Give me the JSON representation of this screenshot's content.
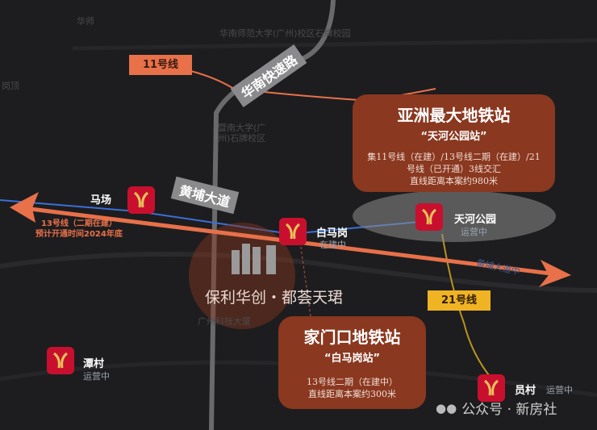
{
  "basemap_labels": [
    "华南师范大学(广州)校区石牌校园",
    "暨南大学(广州)石牌校区",
    "岗顶",
    "华师",
    "广州科技大厦",
    "黄埔大道中"
  ],
  "lines": {
    "line11": {
      "label": "11号线",
      "color": "#e8714a"
    },
    "line21": {
      "label": "21号线",
      "color": "#f0b323"
    },
    "line13": {
      "label": "13号线（二期在建）",
      "note": "预计开通时间2024年底",
      "color": "#e8714a"
    }
  },
  "roads": {
    "south_china_expressway": "华南快速路",
    "huangpu_avenue": "黄埔大道"
  },
  "stations": [
    {
      "name": "马场",
      "status": ""
    },
    {
      "name": "白马岗",
      "status": "在建中"
    },
    {
      "name": "天河公园",
      "status": "运营中"
    },
    {
      "name": "潭村",
      "status": "运营中"
    },
    {
      "name": "员村",
      "status": "运营中"
    }
  ],
  "callouts": {
    "tianhe": {
      "title": "亚洲最大地铁站",
      "subtitle": "“天河公园站”",
      "desc": [
        "集11号线（在建）/13号线二期（在建）/21",
        "号线（已开通）3线交汇",
        "直线距离本案约980米"
      ]
    },
    "jiamenkou": {
      "title": "家门口地铁站",
      "subtitle": "“白马岗站”",
      "desc": [
        "13号线二期（在建中）",
        "直线距离本案约300米"
      ]
    }
  },
  "project": {
    "name": "保利华创・都荟天珺"
  },
  "watermark": "公众号 · 新房社",
  "colors": {
    "metro_red": "#c8102e",
    "callout_brown": "#8a3820",
    "arrow_orange": "#e8714a"
  }
}
